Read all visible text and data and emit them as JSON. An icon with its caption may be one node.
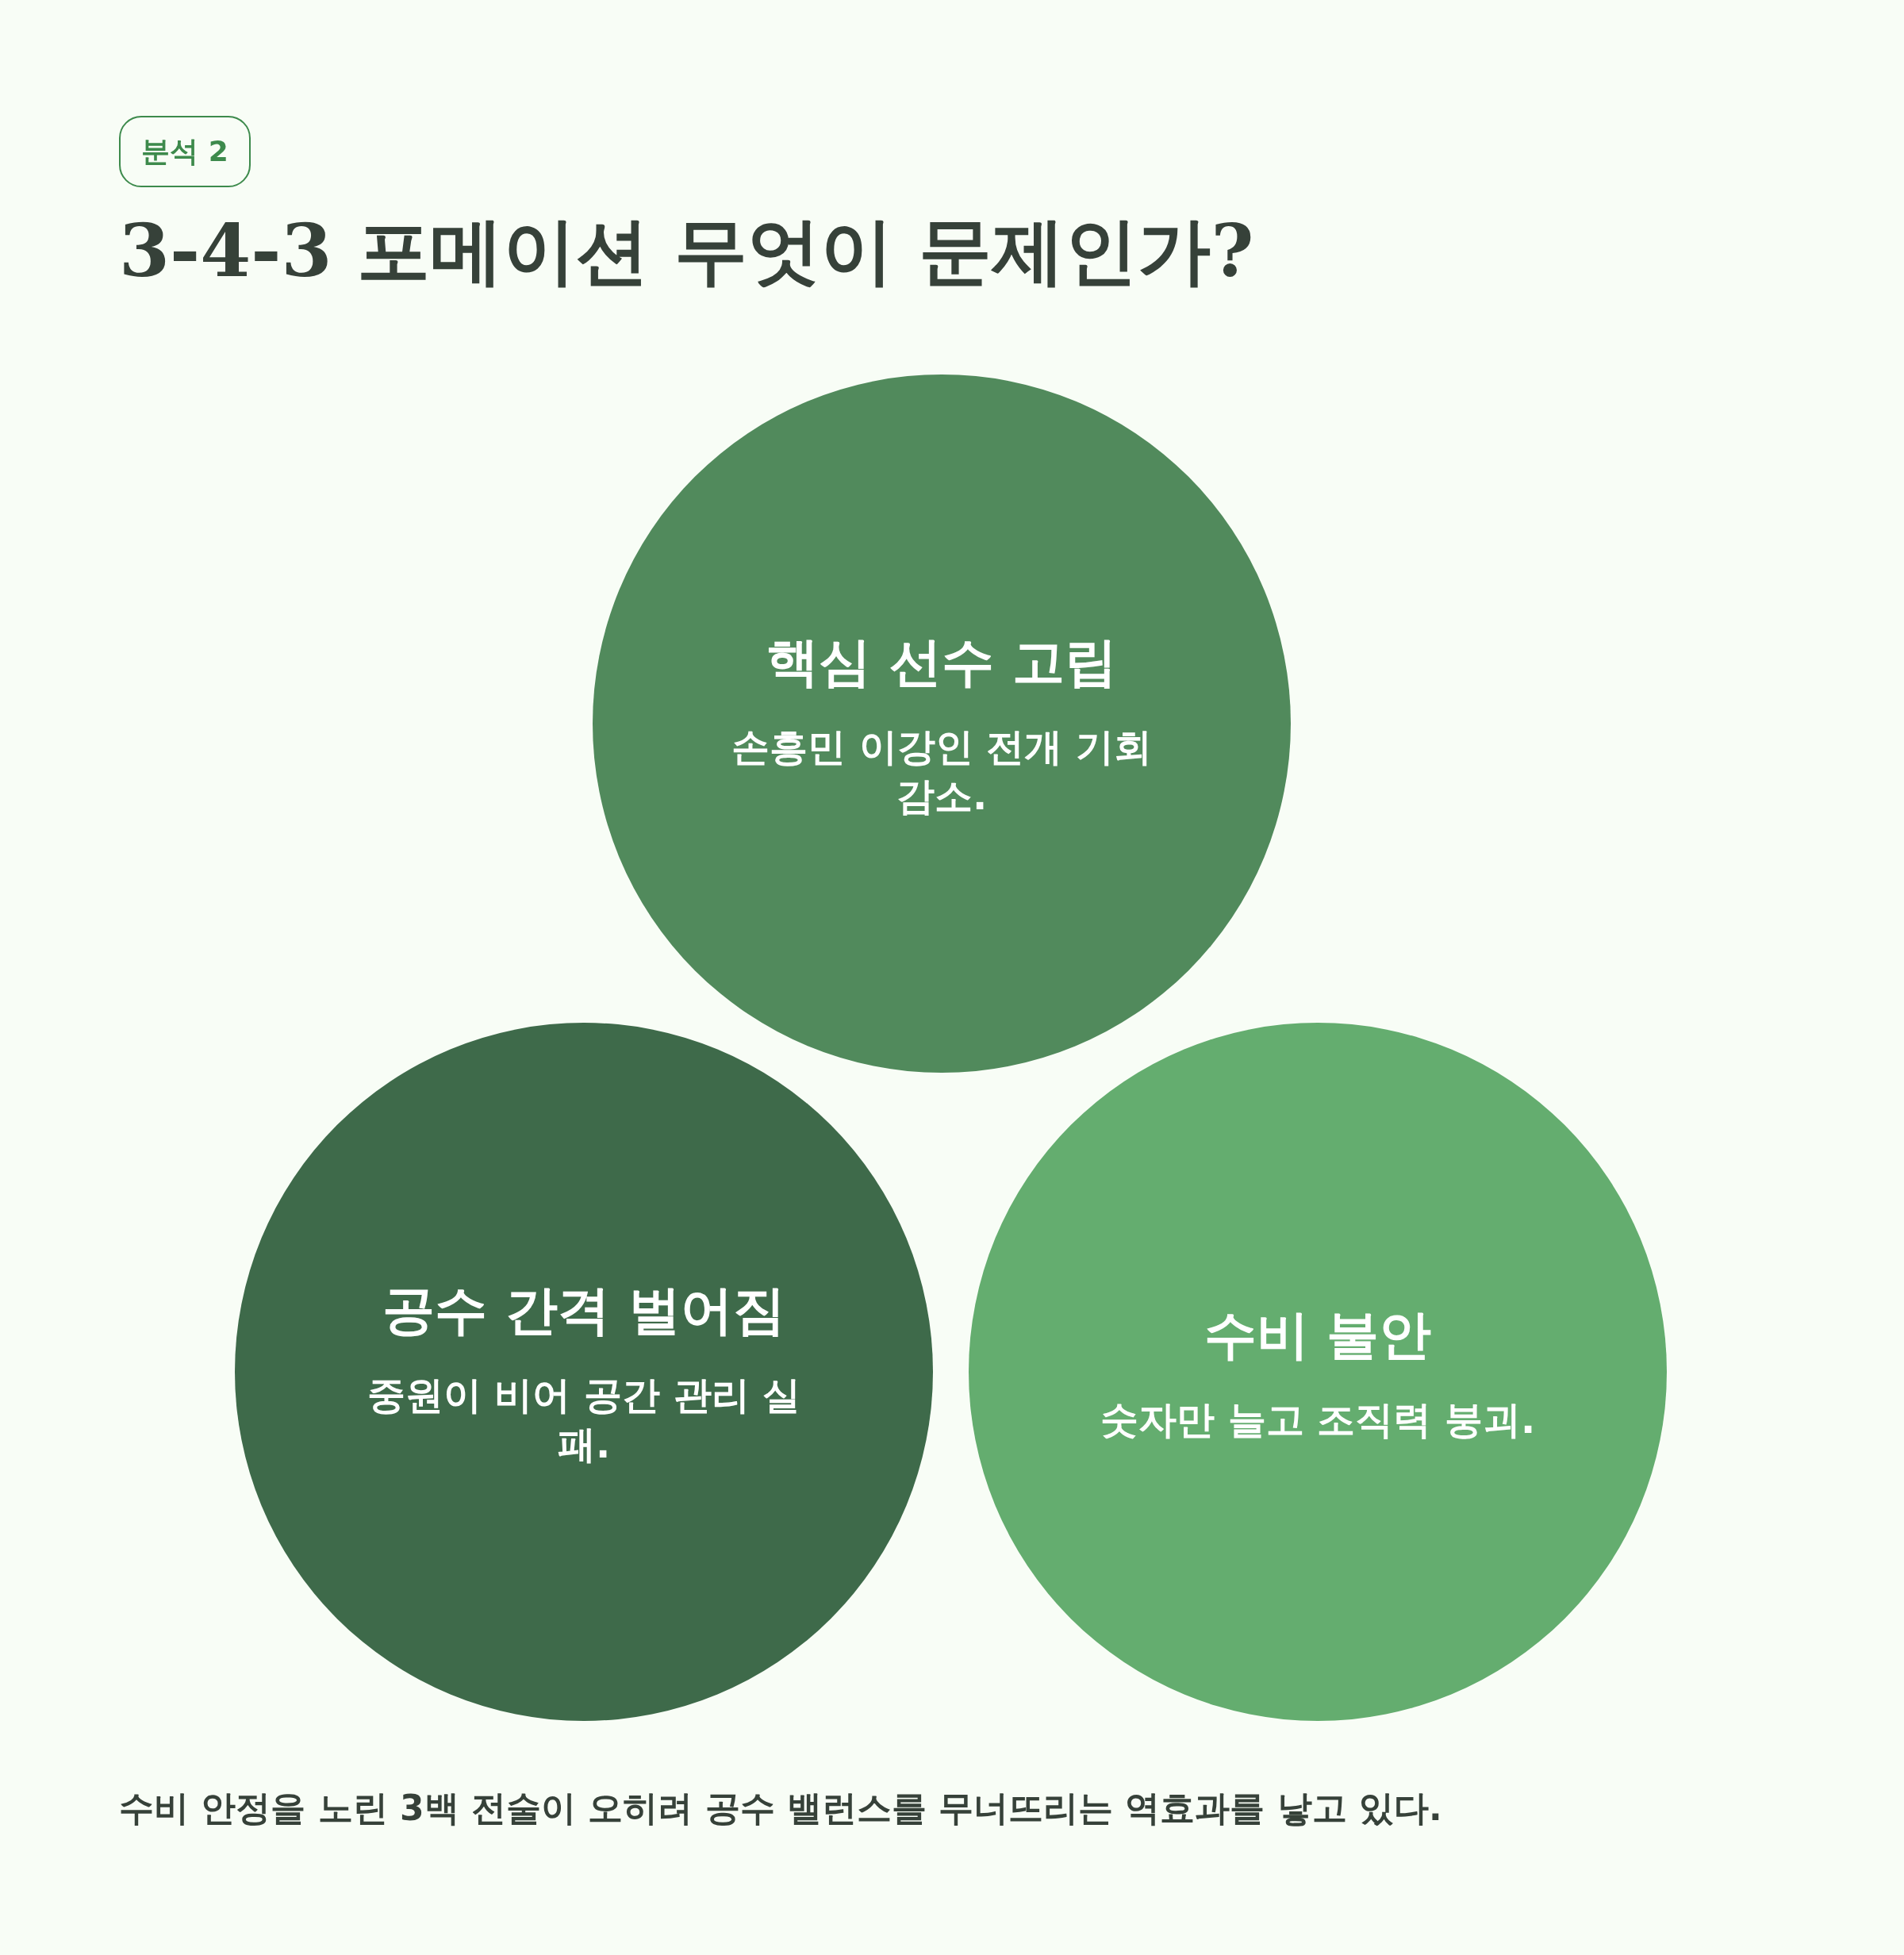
{
  "diagram": {
    "title": "3-4-3 포메이션 무엇이 문제인가?",
    "caption": "수비 안정을 노린 3백 전술이 오히려 공수 밸런스를 무너뜨리는 역효과를 낳고 있다.",
    "nodes": [
      {
        "text": [
          "분석 2"
        ]
      },
      {
        "text": [
          "핵심 선수 고립",
          "손흥민 이강인 전개 기회 감소."
        ]
      },
      {
        "text": [
          "공수 간격 벌어짐",
          "중원이 비어 공간 관리 실패."
        ]
      },
      {
        "text": [
          "수비 불안",
          "숫자만 늘고 조직력 붕괴."
        ]
      }
    ],
    "edges": []
  }
}
